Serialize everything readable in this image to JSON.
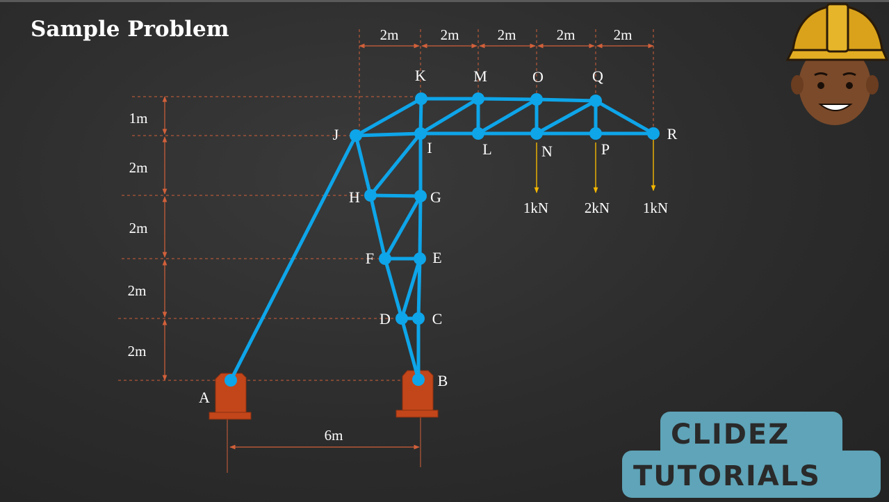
{
  "title": "Sample Problem",
  "top_dimensions": [
    "2m",
    "2m",
    "2m",
    "2m",
    "2m"
  ],
  "left_dimensions": [
    "1m",
    "2m",
    "2m",
    "2m",
    "2m"
  ],
  "bottom_dimension": "6m",
  "nodes": [
    "A",
    "B",
    "C",
    "D",
    "E",
    "F",
    "G",
    "H",
    "I",
    "J",
    "K",
    "L",
    "M",
    "N",
    "O",
    "P",
    "Q",
    "R"
  ],
  "loads": [
    {
      "node": "N",
      "label": "1kN"
    },
    {
      "node": "P",
      "label": "2kN"
    },
    {
      "node": "R",
      "label": "1kN"
    }
  ],
  "members": [
    [
      "A",
      "J"
    ],
    [
      "B",
      "C"
    ],
    [
      "B",
      "D"
    ],
    [
      "C",
      "D"
    ],
    [
      "C",
      "E"
    ],
    [
      "D",
      "E"
    ],
    [
      "D",
      "F"
    ],
    [
      "E",
      "F"
    ],
    [
      "E",
      "G"
    ],
    [
      "F",
      "G"
    ],
    [
      "F",
      "H"
    ],
    [
      "G",
      "H"
    ],
    [
      "G",
      "I"
    ],
    [
      "H",
      "I"
    ],
    [
      "H",
      "J"
    ],
    [
      "I",
      "J"
    ],
    [
      "I",
      "K"
    ],
    [
      "J",
      "K"
    ],
    [
      "K",
      "M"
    ],
    [
      "I",
      "L"
    ],
    [
      "L",
      "M"
    ],
    [
      "I",
      "M"
    ],
    [
      "L",
      "N"
    ],
    [
      "L",
      "O"
    ],
    [
      "M",
      "O"
    ],
    [
      "N",
      "O"
    ],
    [
      "N",
      "Q"
    ],
    [
      "O",
      "Q"
    ],
    [
      "N",
      "P"
    ],
    [
      "P",
      "Q"
    ],
    [
      "P",
      "R"
    ],
    [
      "Q",
      "R"
    ]
  ],
  "colors": {
    "member": "#0ea5e9",
    "dimension": "#d2603a",
    "load_arrow": "#f5b800",
    "support": "#c2461a",
    "brand_bg": "#5fa4b8"
  },
  "brand": {
    "line1": "CLIDEZ",
    "line2": "TUTORIALS"
  },
  "avatar_icon": "worker-avatar-icon"
}
